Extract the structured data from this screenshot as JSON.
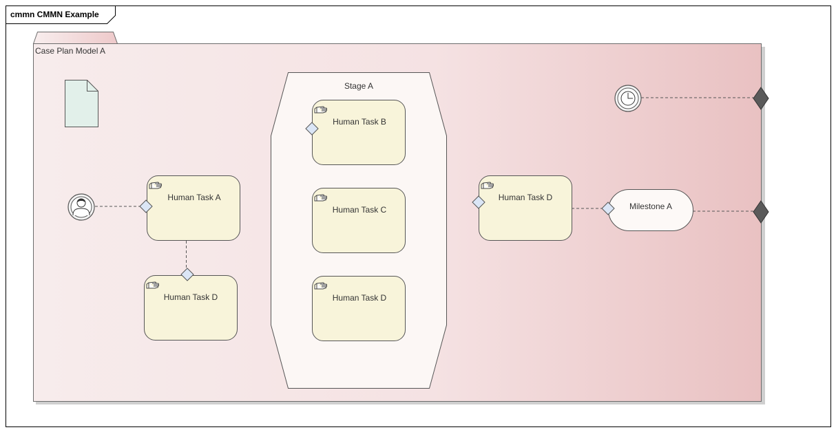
{
  "frame": {
    "title": "cmmn CMMN Example"
  },
  "case_plan": {
    "label": "Case Plan Model A"
  },
  "stage": {
    "label": "Stage A"
  },
  "tasks": {
    "task_a": "Human Task A",
    "task_d_left": "Human Task D",
    "task_b": "Human Task B",
    "task_c": "Human Task C",
    "task_d_stage": "Human Task D",
    "task_d_right": "Human Task D"
  },
  "milestone": {
    "label": "Milestone A"
  },
  "colors": {
    "task_fill": "#f8f4da",
    "stage_fill": "#fcf7f5",
    "case_plan_gradient_start": "#f7ecec",
    "case_plan_gradient_end": "#e9c1c2",
    "sentry_fill": "#dbe6f6",
    "exit_sentry_fill": "#5a5a5a",
    "file_fill": "#e2f0ea"
  },
  "icons": {
    "file": "case-file-item-icon",
    "user_event": "user-event-listener-icon",
    "timer_event": "timer-event-listener-icon",
    "human_task": "hand-icon",
    "entry_sentry": "diamond-icon",
    "exit_sentry": "filled-diamond-icon"
  }
}
